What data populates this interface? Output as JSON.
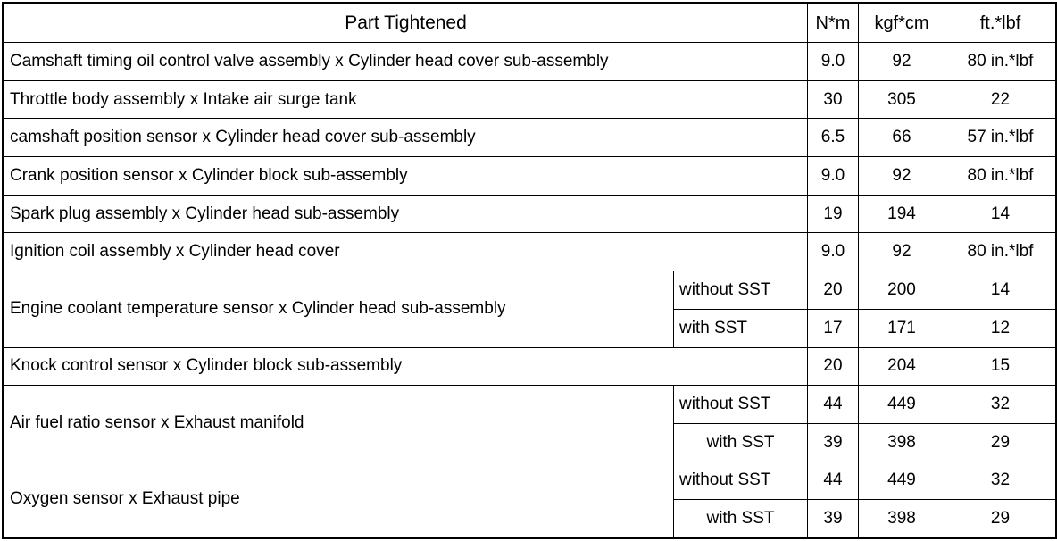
{
  "table": {
    "headers": {
      "part": "Part Tightened",
      "nm": "N*m",
      "kgfcm": "kgf*cm",
      "ftlbf": "ft.*lbf"
    },
    "rows": [
      {
        "part": "Camshaft timing oil control valve assembly x Cylinder head cover sub-assembly",
        "sub": "",
        "nm": "9.0",
        "kgfcm": "92",
        "ftlbf": "80 in.*lbf"
      },
      {
        "part": "Throttle body assembly x Intake air surge tank",
        "sub": "",
        "nm": "30",
        "kgfcm": "305",
        "ftlbf": "22"
      },
      {
        "part": "camshaft position sensor x Cylinder head cover sub-assembly",
        "sub": "",
        "nm": "6.5",
        "kgfcm": "66",
        "ftlbf": "57 in.*lbf"
      },
      {
        "part": "Crank position sensor x Cylinder block sub-assembly",
        "sub": "",
        "nm": "9.0",
        "kgfcm": "92",
        "ftlbf": "80 in.*lbf"
      },
      {
        "part": "Spark plug assembly x Cylinder head sub-assembly",
        "sub": "",
        "nm": "19",
        "kgfcm": "194",
        "ftlbf": "14"
      },
      {
        "part": "Ignition coil assembly x Cylinder head cover",
        "sub": "",
        "nm": "9.0",
        "kgfcm": "92",
        "ftlbf": "80 in.*lbf"
      },
      {
        "part": "Engine coolant temperature sensor x Cylinder head sub-assembly",
        "sub": "without SST",
        "nm": "20",
        "kgfcm": "200",
        "ftlbf": "14"
      },
      {
        "part": "",
        "sub": "with SST",
        "nm": "17",
        "kgfcm": "171",
        "ftlbf": "12"
      },
      {
        "part": "Knock control sensor x Cylinder block sub-assembly",
        "sub": "",
        "nm": "20",
        "kgfcm": "204",
        "ftlbf": "15"
      },
      {
        "part": "Air fuel ratio sensor x Exhaust manifold",
        "sub": "without SST",
        "nm": "44",
        "kgfcm": "449",
        "ftlbf": "32"
      },
      {
        "part": "",
        "sub": "with SST",
        "nm": "39",
        "kgfcm": "398",
        "ftlbf": "29"
      },
      {
        "part": "Oxygen sensor x Exhaust pipe",
        "sub": "without SST",
        "nm": "44",
        "kgfcm": "449",
        "ftlbf": "32"
      },
      {
        "part": "",
        "sub": "with SST",
        "nm": "39",
        "kgfcm": "398",
        "ftlbf": "29"
      }
    ]
  }
}
